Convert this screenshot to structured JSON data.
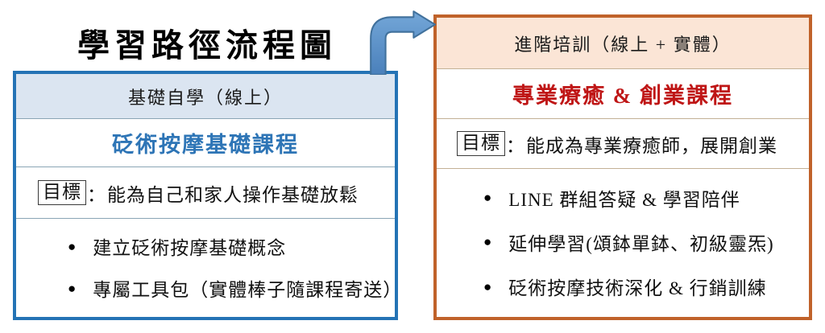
{
  "title": "學習路徑流程圖",
  "bullet_glyph": "●",
  "arrow": {
    "name": "bent-arrow-connector",
    "fill_top": "#74a7d8",
    "fill_bottom": "#4a80bb",
    "stroke": "#41719c"
  },
  "left_box": {
    "header": "基礎自學（線上）",
    "course_title": "砭術按摩基礎課程",
    "goal_label": "目標",
    "goal_separator": "：",
    "goal_text": "能為自己和家人操作基礎放鬆",
    "bullets": [
      "建立砭術按摩基礎概念",
      "專屬工具包（實體棒子隨課程寄送）"
    ],
    "colors": {
      "border": "#2473b5",
      "header_bg": "#dbe5f1",
      "course_title_text": "#2e75b6",
      "divider": "#8aa5b5"
    }
  },
  "right_box": {
    "header": "進階培訓（線上 + 實體）",
    "course_title": "專業療癒 & 創業課程",
    "goal_label": "目標",
    "goal_separator": "：",
    "goal_text": "能成為專業療癒師，展開創業",
    "bullets": [
      "LINE 群組答疑 & 學習陪伴",
      "延伸學習(頌鉢單鉢、初級靈炁)",
      "砭術按摩技術深化 & 行銷訓練"
    ],
    "colors": {
      "border": "#c0622a",
      "header_bg": "#fbe5d6",
      "course_title_text": "#bf1616",
      "divider": "#c3b195"
    }
  }
}
